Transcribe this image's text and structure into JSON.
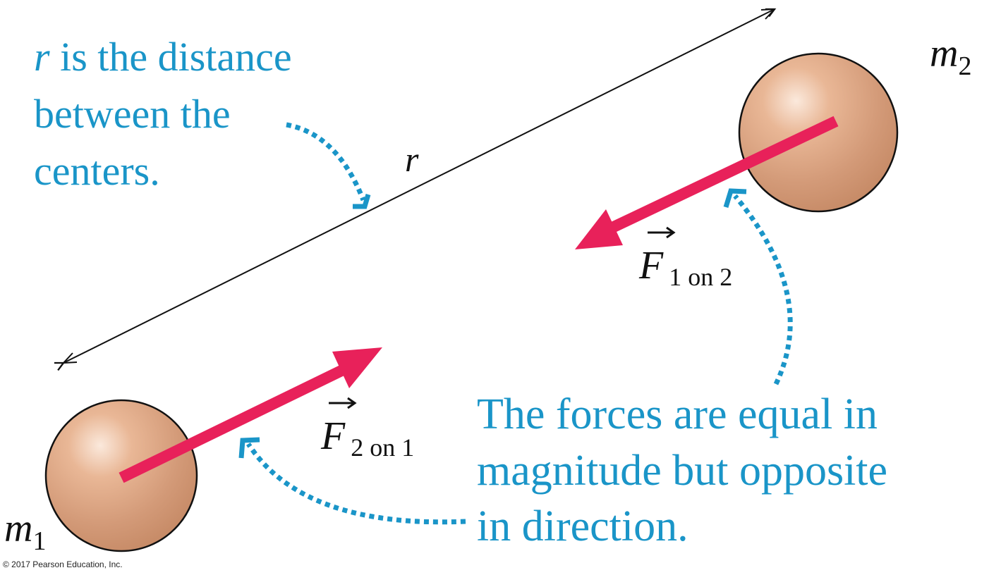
{
  "diagram": {
    "mass_1": {
      "symbol": "m",
      "subscript": "1"
    },
    "mass_2": {
      "symbol": "m",
      "subscript": "2"
    },
    "distance_label": "r",
    "force_on_1": {
      "symbol": "F",
      "subscript": "2 on 1"
    },
    "force_on_2": {
      "symbol": "F",
      "subscript": "1 on 2"
    },
    "caption_distance": {
      "variable": "r",
      "line1_rest": " is the distance",
      "line2": "between the",
      "line3": "centers."
    },
    "caption_forces": {
      "line1": "The forces are equal in",
      "line2": "magnitude but opposite",
      "line3": "in direction."
    },
    "copyright": "© 2017 Pearson Education, Inc."
  },
  "colors": {
    "caption": "#1a95c8",
    "force_arrow": "#e8215a",
    "sphere_fill": "#d49c7a",
    "outline": "#111111"
  }
}
